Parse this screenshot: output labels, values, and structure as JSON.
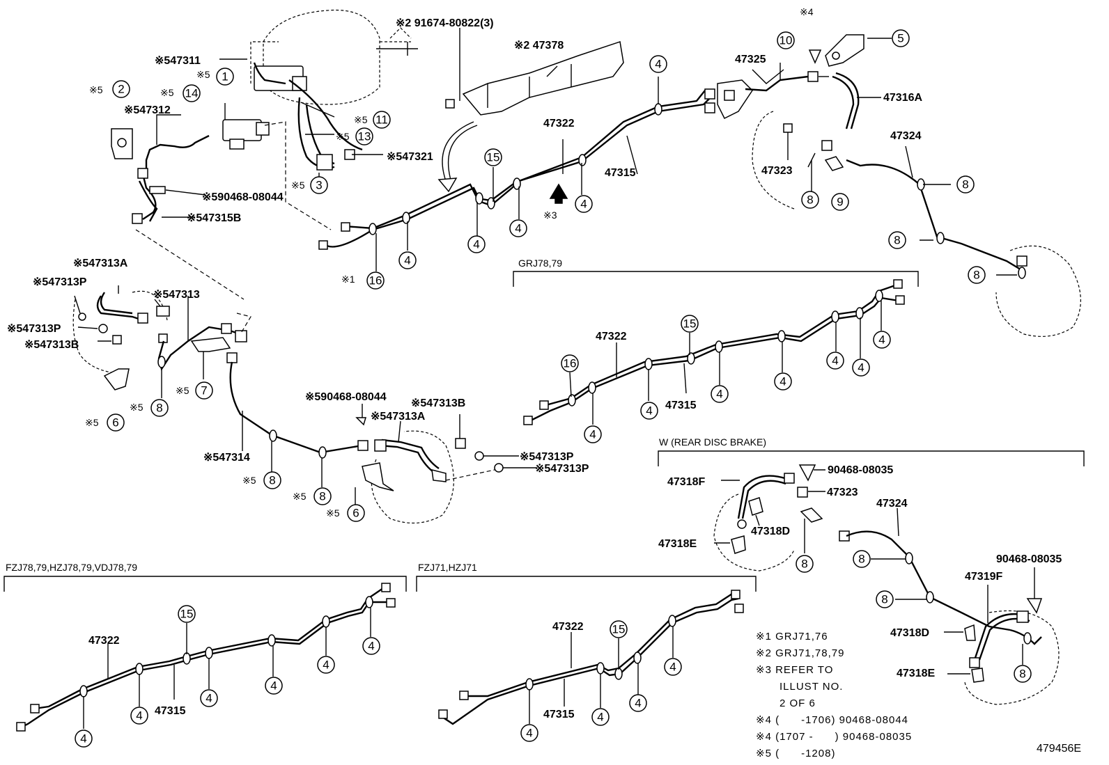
{
  "main_view": {
    "labels": {
      "p47311": "※547311",
      "p91674": "※2 91674-80822(3)",
      "p47378": "※2 47378",
      "p47325": "47325",
      "p47316A": "47316A",
      "p47312": "※547312",
      "p47321": "※547321",
      "p47322": "47322",
      "p47315": "47315",
      "p47323": "47323",
      "p47324": "47324",
      "p90468a": "※590468-08044",
      "p47315B": "※547315B",
      "note3": "※3",
      "s4": "※4",
      "s5_1": "※5",
      "s5_2": "※5",
      "s5_14": "※5",
      "s5_11": "※5",
      "s5_13": "※5",
      "s5_3": "※5",
      "s1_16": "※1"
    }
  },
  "front_view": {
    "labels": {
      "p47313A": "※547313A",
      "p47313P1": "※547313P",
      "p47313": "※547313",
      "p47313P2": "※547313P",
      "p47313B": "※547313B",
      "s5_7": "※5",
      "s5_8": "※5",
      "s5_6": "※5",
      "p90468b": "※590468-08044",
      "p47313B2": "※547313B",
      "p47313A2": "※547313A",
      "p47313P3": "※547313P",
      "p47313P4": "※547313P",
      "p47314": "※547314",
      "s5_8b": "※5",
      "s5_8c": "※5",
      "s5_6b": "※5"
    }
  },
  "grj_view": {
    "title": "GRJ78,79",
    "p47322": "47322",
    "p47315": "47315"
  },
  "rear_disc_view": {
    "title": "W (REAR DISC BRAKE)",
    "p90468_1": "90468-08035",
    "p47318F": "47318F",
    "p47323": "47323",
    "p47318D": "47318D",
    "p47318E": "47318E",
    "p47324": "47324",
    "p90468_2": "90468-08035",
    "p47319F": "47319F",
    "p47318D2": "47318D",
    "p47318E2": "47318E"
  },
  "fzj78_view": {
    "title": "FZJ78,79,HZJ78,79,VDJ78,79",
    "p47322": "47322",
    "p47315": "47315"
  },
  "fzj71_view": {
    "title": "FZJ71,HZJ71",
    "p47322": "47322",
    "p47315": "47315"
  },
  "notes": [
    "※1 GRJ71,76",
    "※2 GRJ71,78,79",
    "※3 REFER TO",
    "ILLUST NO.",
    "2 OF 6",
    "※4 (      -1706) 90468-08044",
    "※4 (1707 -      ) 90468-08035",
    "※5 (      -1208)"
  ],
  "figure_id": "479456E",
  "circled": {
    "c1": "1",
    "c2": "2",
    "c3": "3",
    "c4": "4",
    "c5": "5",
    "c6": "6",
    "c7": "7",
    "c8": "8",
    "c9": "9",
    "c10": "10",
    "c11": "11",
    "c13": "13",
    "c14": "14",
    "c15": "15",
    "c16": "16"
  }
}
